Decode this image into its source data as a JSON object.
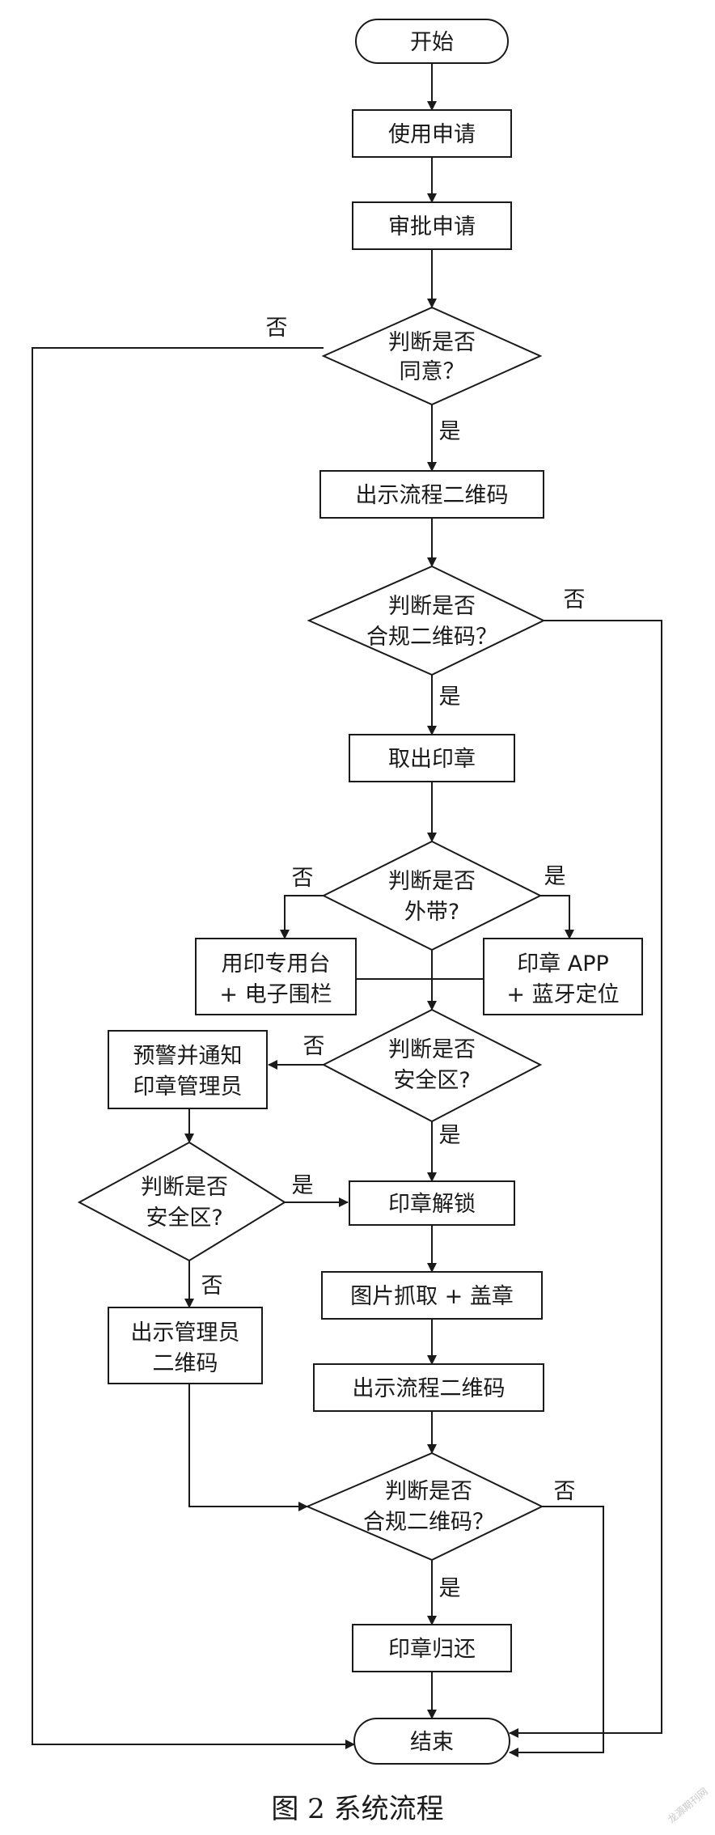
{
  "nodes": {
    "start": "开始",
    "apply": "使用申请",
    "approve": "审批申请",
    "d_agree_1": "判断是否",
    "d_agree_2": "同意？",
    "show_qr_1": "出示流程二维码",
    "d_qr1_1": "判断是否",
    "d_qr1_2": "合规二维码？",
    "take_seal": "取出印章",
    "d_out_1": "判断是否",
    "d_out_2": "外带?",
    "desk_1": "用印专用台",
    "desk_2": "+ 电子围栏",
    "app_1": "印章 APP",
    "app_2": "+ 蓝牙定位",
    "d_safe1_1": "判断是否",
    "d_safe1_2": "安全区?",
    "warn_1": "预警并通知",
    "warn_2": "印章管理员",
    "d_safe2_1": "判断是否",
    "d_safe2_2": "安全区?",
    "unlock": "印章解锁",
    "admin_qr_1": "出示管理员",
    "admin_qr_2": "二维码",
    "capture": "图片抓取 + 盖章",
    "show_qr_2": "出示流程二维码",
    "d_qr2_1": "判断是否",
    "d_qr2_2": "合规二维码？",
    "return": "印章归还",
    "end": "结束"
  },
  "labels": {
    "yes": "是",
    "no": "否"
  },
  "caption": "图 2 系统流程",
  "watermark": "龙源期刊网"
}
